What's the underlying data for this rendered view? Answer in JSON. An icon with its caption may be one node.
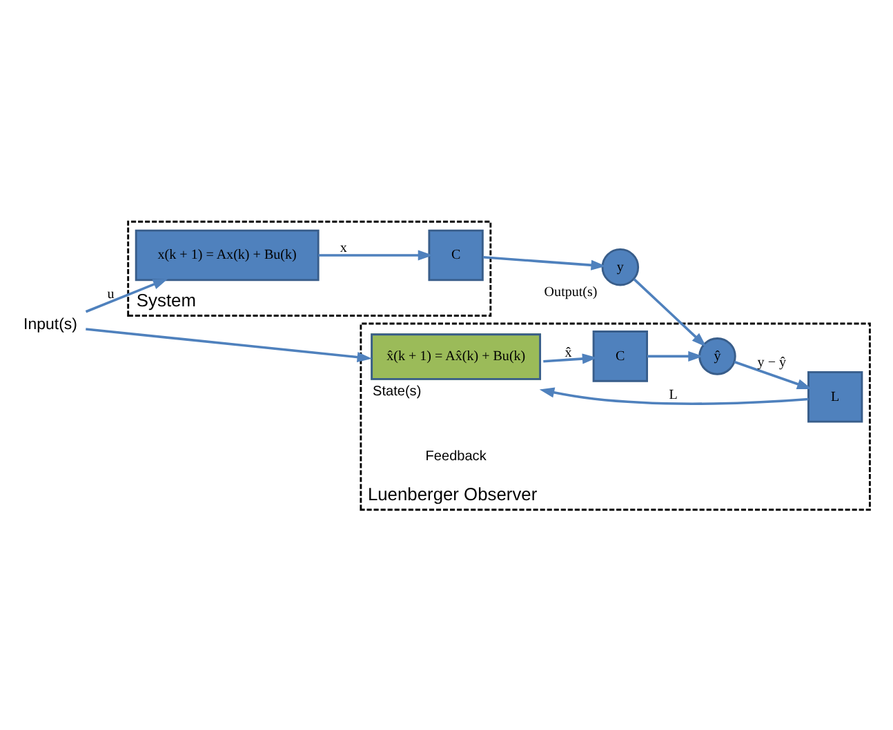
{
  "diagram": {
    "nodes": [
      {
        "text": [
          "Input(s)"
        ]
      },
      {
        "text": [
          "System"
        ]
      },
      {
        "text": [
          "x(k + 1) = Ax(k) + Bu(k)"
        ],
        "in": 1
      },
      {
        "text": [
          "C"
        ],
        "in": 1
      },
      {
        "text": [
          "y"
        ],
        "beside": [
          "Output(s)"
        ]
      },
      {
        "text": [
          "Luenberger Observer"
        ]
      },
      {
        "text": [
          "x̂(k + 1) = Ax̂(k) + Bu(k)"
        ],
        "in": 5,
        "beside": [
          "State(s)"
        ]
      },
      {
        "text": [
          "C"
        ],
        "in": 5
      },
      {
        "text": [
          "ŷ"
        ],
        "in": 5
      },
      {
        "text": [
          "L"
        ],
        "in": 5
      }
    ],
    "edges": [
      {
        "from": 0,
        "to": 2,
        "arrow": "to",
        "label": "u"
      },
      {
        "from": 0,
        "to": 6,
        "arrow": "to"
      },
      {
        "from": 2,
        "to": 3,
        "arrow": "to",
        "label": "x"
      },
      {
        "from": 3,
        "to": 4,
        "arrow": "to"
      },
      {
        "from": 4,
        "to": 8,
        "arrow": "to"
      },
      {
        "from": 6,
        "to": 7,
        "arrow": "to",
        "label": "x̂"
      },
      {
        "from": 7,
        "to": 8,
        "arrow": "to"
      },
      {
        "from": 8,
        "to": 9,
        "arrow": "to",
        "label": "y − ŷ"
      },
      {
        "from": 9,
        "to": 6,
        "arrow": "to",
        "label": "L"
      }
    ],
    "labels": [
      "Feedback"
    ]
  }
}
